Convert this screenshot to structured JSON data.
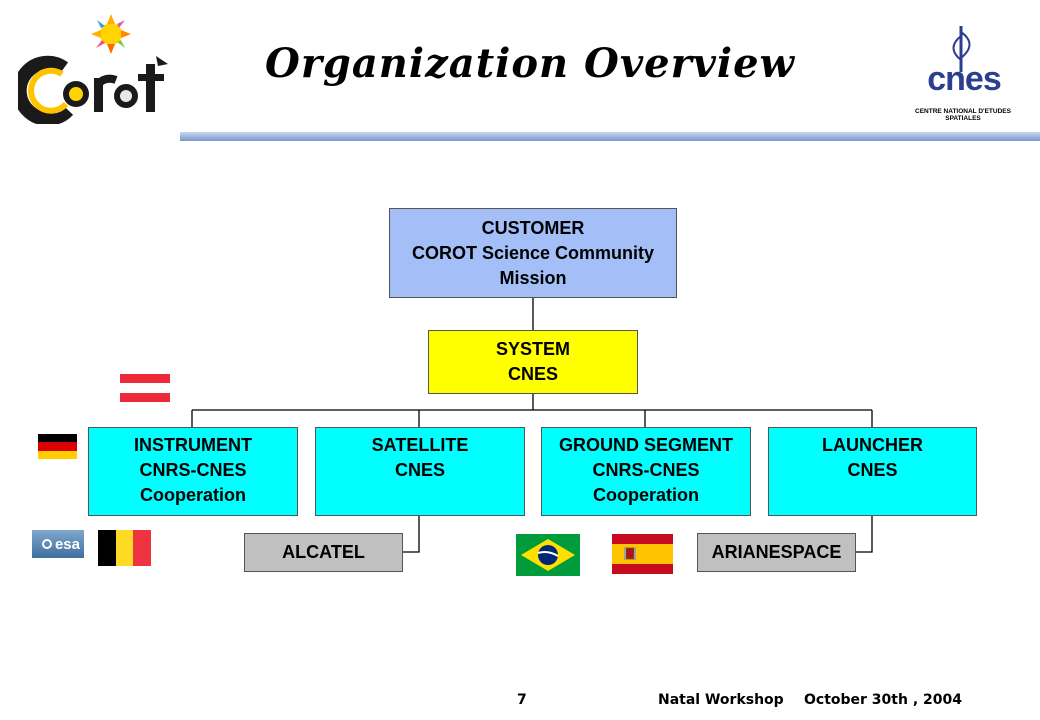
{
  "slide": {
    "title": "Organization Overview",
    "logo_left_text": "CoRoT",
    "logo_right_text": "cnes",
    "logo_right_caption": "CENTRE NATIONAL D'ETUDES SPATIALES"
  },
  "org": {
    "customer": [
      "CUSTOMER",
      "COROT Science Community",
      "Mission"
    ],
    "system": [
      "SYSTEM",
      "CNES"
    ],
    "instrument": [
      "INSTRUMENT",
      "CNRS-CNES",
      "Cooperation"
    ],
    "satellite": [
      "SATELLITE",
      "CNES"
    ],
    "ground": [
      "GROUND SEGMENT",
      "CNRS-CNES",
      "Cooperation"
    ],
    "launcher": [
      "LAUNCHER",
      "CNES"
    ],
    "alcatel": "ALCATEL",
    "arianespace": "ARIANESPACE"
  },
  "flags": {
    "esa_text": "esa",
    "austria_colors": [
      "#ed2939",
      "#ffffff",
      "#ed2939"
    ],
    "germany_colors": [
      "#000000",
      "#dd0000",
      "#ffce00"
    ],
    "belgium_colors": [
      "#000000",
      "#fdda24",
      "#ef3340"
    ],
    "brazil_colors": [
      "#009c3b",
      "#ffdf00",
      "#002776"
    ],
    "spain_colors": [
      "#c60b1e",
      "#ffc400"
    ]
  },
  "footer": {
    "page_number": "7",
    "event": "Natal Workshop",
    "date": "October 30th , 2004"
  }
}
